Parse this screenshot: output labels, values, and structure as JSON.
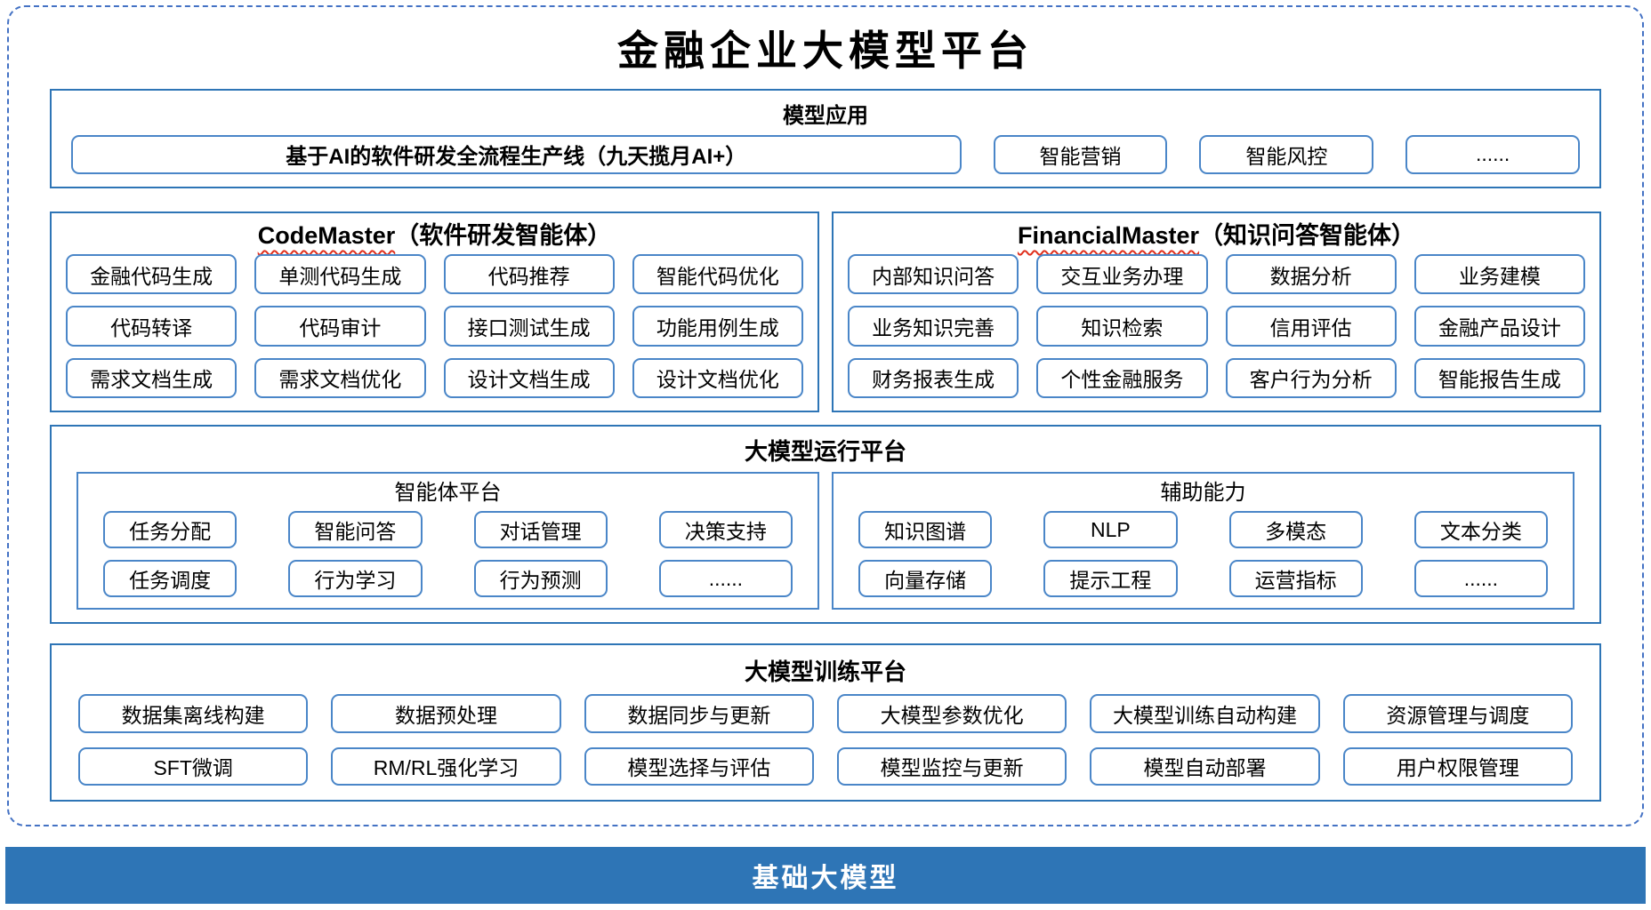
{
  "title": "金融企业大模型平台",
  "colors": {
    "section_border": "#2E75B6",
    "item_border": "#4A86C8",
    "dashed_border": "#4472C4",
    "base_bar_bg": "#2E75B6",
    "squiggle": "#E0301E"
  },
  "model_app": {
    "header": "模型应用",
    "wide_item": "基于AI的软件研发全流程生产线（九天揽月AI+）",
    "items": [
      "智能营销",
      "智能风控",
      "......"
    ]
  },
  "code_master": {
    "title_en": "CodeMaster",
    "title_zh": "（软件研发智能体）",
    "items": [
      "金融代码生成",
      "单测代码生成",
      "代码推荐",
      "智能代码优化",
      "代码转译",
      "代码审计",
      "接口测试生成",
      "功能用例生成",
      "需求文档生成",
      "需求文档优化",
      "设计文档生成",
      "设计文档优化"
    ]
  },
  "financial_master": {
    "title_en": "FinancialMaster",
    "title_zh": "（知识问答智能体）",
    "items": [
      "内部知识问答",
      "交互业务办理",
      "数据分析",
      "业务建模",
      "业务知识完善",
      "知识检索",
      "信用评估",
      "金融产品设计",
      "财务报表生成",
      "个性金融服务",
      "客户行为分析",
      "智能报告生成"
    ]
  },
  "runtime": {
    "header": "大模型运行平台",
    "agent_platform": {
      "title": "智能体平台",
      "items": [
        "任务分配",
        "智能问答",
        "对话管理",
        "决策支持",
        "任务调度",
        "行为学习",
        "行为预测",
        "......"
      ]
    },
    "aux": {
      "title": "辅助能力",
      "items": [
        "知识图谱",
        "NLP",
        "多模态",
        "文本分类",
        "向量存储",
        "提示工程",
        "运营指标",
        "......"
      ]
    }
  },
  "training": {
    "header": "大模型训练平台",
    "items": [
      "数据集离线构建",
      "数据预处理",
      "数据同步与更新",
      "大模型参数优化",
      "大模型训练自动构建",
      "资源管理与调度",
      "SFT微调",
      "RM/RL强化学习",
      "模型选择与评估",
      "模型监控与更新",
      "模型自动部署",
      "用户权限管理"
    ]
  },
  "base_model": {
    "label": "基础大模型"
  }
}
